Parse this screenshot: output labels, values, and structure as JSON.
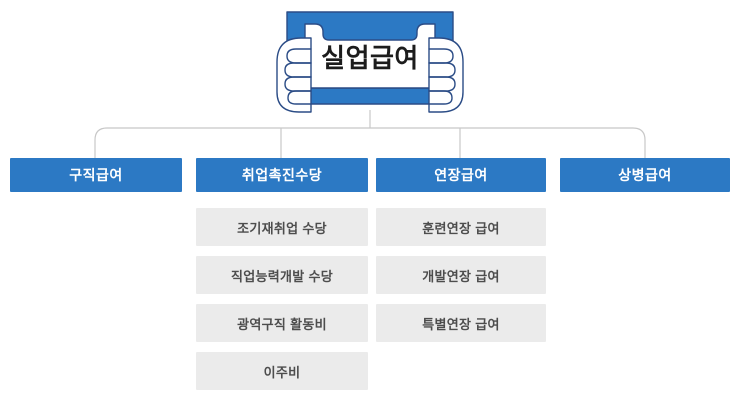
{
  "colors": {
    "primary_blue": "#2C79C4",
    "banner_outline": "#2B4C86",
    "box_gray": "#EBEBEB",
    "gray_text": "#4D4D4D",
    "line_gray": "#C8C8C8",
    "title_text": "#1C1C1C"
  },
  "root": {
    "label": "실업급여",
    "icon": "hands-holding-sign-icon"
  },
  "branches": [
    {
      "id": "job-seeking-benefit",
      "label": "구직급여",
      "children": []
    },
    {
      "id": "employment-promotion-allowance",
      "label": "취업촉진수당",
      "children": [
        {
          "id": "early-reemployment-allowance",
          "label": "조기재취업 수당"
        },
        {
          "id": "vocational-ability-development-allowance",
          "label": "직업능력개발 수당"
        },
        {
          "id": "wide-area-job-search-expense",
          "label": "광역구직 활동비"
        },
        {
          "id": "relocation-expense",
          "label": "이주비"
        }
      ]
    },
    {
      "id": "extended-benefit",
      "label": "연장급여",
      "children": [
        {
          "id": "training-extension-benefit",
          "label": "훈련연장 급여"
        },
        {
          "id": "development-extension-benefit",
          "label": "개발연장 급여"
        },
        {
          "id": "special-extension-benefit",
          "label": "특별연장 급여"
        }
      ]
    },
    {
      "id": "injury-sickness-benefit",
      "label": "상병급여",
      "children": []
    }
  ]
}
